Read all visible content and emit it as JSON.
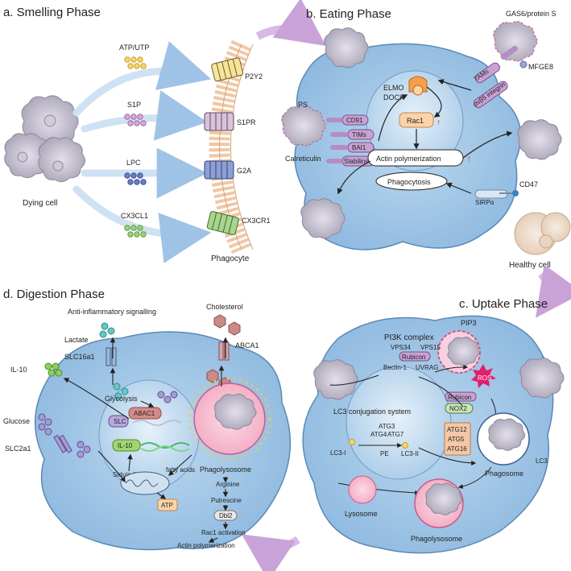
{
  "panels": {
    "a": "a. Smelling Phase",
    "b": "b. Eating Phase",
    "c": "c. Uptake Phase",
    "d": "d. Digestion Phase"
  },
  "smelling": {
    "signals": [
      "ATP/UTP",
      "S1P",
      "LPC",
      "CX3CL1"
    ],
    "receptors": [
      "P2Y2",
      "S1PR",
      "G2A",
      "CX3CR1"
    ],
    "dying_cell": "Dying cell",
    "phagocyte": "Phagocyte"
  },
  "eating": {
    "gas6": "GAS6/protein S",
    "mfge8": "MFGE8",
    "tams": "TAMs",
    "integrin": "αvβ5 integrin",
    "elmo": "ELMO",
    "dock": "DOCK",
    "ps": "PS",
    "cd91": "CD91",
    "tims": "TIMs",
    "bai1": "BAI1",
    "stabilins": "Stabilins",
    "calreticulin": "Calreticulin",
    "rac1": "Rac1",
    "up_arrow": "↑",
    "actin": "Actin polymerization",
    "phagocytosis": "Phagocytosis",
    "sirpa": "SIRPα",
    "cd47": "CD47",
    "healthy": "Healthy cell"
  },
  "uptake": {
    "pip3": "PIP3",
    "pi3k": "PI3K complex",
    "vps34": "VPS34",
    "vps15": "VPS15",
    "rubicon1": "Rubicon",
    "beclin": "Beclin-1",
    "uvrag": "UVRAG",
    "ros": "ROS",
    "rubicon2": "Rubicon",
    "nox2": "NOX2",
    "lc3sys": "LC3 conjugation system",
    "atg3": "ATG3",
    "atg4": "ATG4",
    "atg7": "ATG7",
    "atg12": "ATG12",
    "atg5": "ATG5",
    "atg16": "ATG16",
    "lc3i": "LC3-I",
    "pe": "PE",
    "lc3ii": "LC3-II",
    "lc3": "LC3",
    "phagosome": "Phagosome",
    "lysosome": "Lysosome",
    "phagolysosome": "Phagolysosome"
  },
  "digestion": {
    "anti": "Anti-inflammatory signalling",
    "cholesterol": "Cholesterol",
    "lactate": "Lactate",
    "slc16a1": "SLC16a1",
    "abca1": "ABCA1",
    "il10_out": "IL-10",
    "glycolysis": "Glycolysis",
    "slc": "SLC",
    "abac1": "ABAC1",
    "il10_in": "IL-10",
    "glucose": "Glucose",
    "slc2a1": "SLC2a1",
    "sirtuin": "Sirtuin 1",
    "fatty": "fatty acids",
    "phagolysosome": "Phagolysosome",
    "arginine": "Arginine",
    "putrescine": "Putrescine",
    "dbl2": "Dbl2",
    "rac1act": "Rac1 activation",
    "actin": "Actin polymerization",
    "atp": "ATP"
  }
}
